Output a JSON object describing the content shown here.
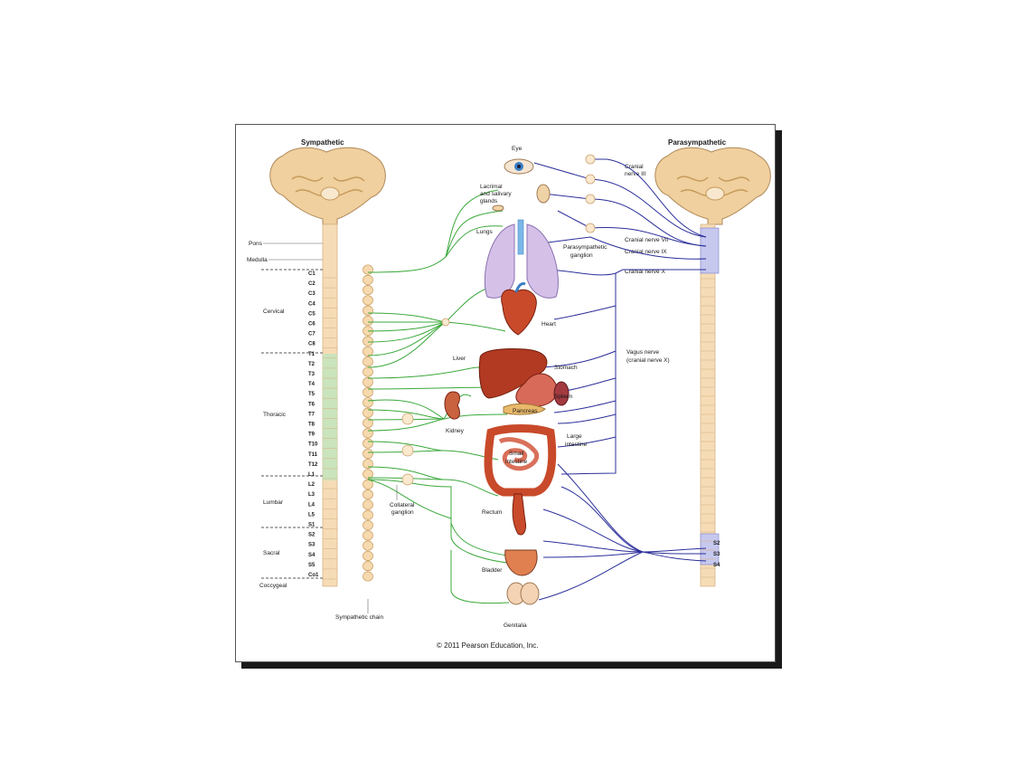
{
  "headers": {
    "sympathetic": "Sympathetic",
    "parasympathetic": "Parasympathetic"
  },
  "brainstem": {
    "pons": "Pons",
    "medulla": "Medulla"
  },
  "regions": {
    "cervical": "Cervical",
    "thoracic": "Thoracic",
    "lumbar": "Lumbar",
    "sacral": "Sacral",
    "coccygeal": "Coccygeal"
  },
  "segments": [
    "C1",
    "C2",
    "C3",
    "C4",
    "C5",
    "C6",
    "C7",
    "C8",
    "T1",
    "T2",
    "T3",
    "T4",
    "T5",
    "T6",
    "T7",
    "T8",
    "T9",
    "T10",
    "T11",
    "T12",
    "L1",
    "L2",
    "L3",
    "L4",
    "L5",
    "S1",
    "S2",
    "S3",
    "S4",
    "S5",
    "Co1"
  ],
  "organs": {
    "eye": "Eye",
    "lacrimal_1": "Lacrimal",
    "lacrimal_2": "and salivary",
    "lacrimal_3": "glands",
    "lungs": "Lungs",
    "heart": "Heart",
    "liver": "Liver",
    "stomach": "Stomach",
    "spleen": "Spleen",
    "pancreas": "Pancreas",
    "kidney": "Kidney",
    "large_intestine_1": "Large",
    "large_intestine_2": "intestine",
    "small_intestine_1": "Small",
    "small_intestine_2": "intestine",
    "rectum": "Rectum",
    "bladder": "Bladder",
    "genitalia": "Genitalia"
  },
  "ganglia": {
    "parasympathetic_1": "Parasympathetic",
    "parasympathetic_2": "ganglion",
    "collateral_1": "Collateral",
    "collateral_2": "ganglion",
    "sympathetic_chain": "Sympathetic chain"
  },
  "nerves": {
    "cn3_1": "Cranial",
    "cn3_2": "nerve III",
    "cn7": "Cranial nerve VII",
    "cn9": "Cranial nerve IX",
    "cn10": "Cranial nerve X",
    "vagus_1": "Vagus nerve",
    "vagus_2": "(cranial nerve X)"
  },
  "sacral_outflow": [
    "S2",
    "S3",
    "S4"
  ],
  "copyright": "© 2011 Pearson Education, Inc.",
  "colors": {
    "sympathetic_fiber": "#3aa83a",
    "parasympathetic_fiber": "#2b2f9a",
    "spinal_cord": "#f6dcb6",
    "brain": "#efd09e",
    "organ": "#c84a2a"
  }
}
